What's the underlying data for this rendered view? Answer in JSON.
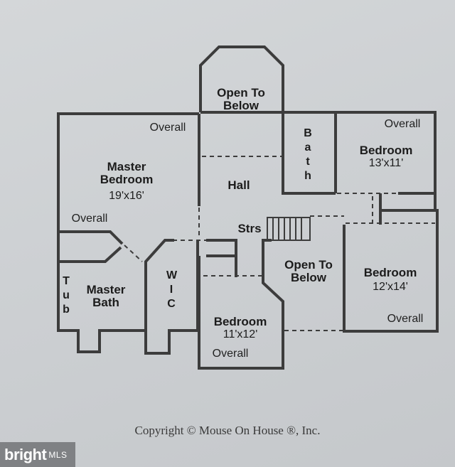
{
  "plan": {
    "open_to_below_top": "Open To Below",
    "master_bedroom": {
      "name": "Master Bedroom",
      "size": "19'x16'",
      "overall_top": "Overall",
      "overall_bottom": "Overall"
    },
    "bath": "Bath",
    "bedroom_ne": {
      "name": "Bedroom",
      "size": "13'x11'",
      "overall": "Overall"
    },
    "hall": "Hall",
    "stairs": "Strs",
    "bedroom_e": {
      "name": "Bedroom",
      "size": "12'x14'",
      "overall": "Overall"
    },
    "tub": "Tub",
    "master_bath": "Master Bath",
    "wic": "WIC",
    "open_to_below_center": "Open To Below",
    "bedroom_s": {
      "name": "Bedroom",
      "size": "11'x12'",
      "overall": "Overall"
    }
  },
  "copyright": "Copyright © Mouse On House ®, Inc.",
  "watermark": {
    "brand": "bright",
    "suffix": "MLS"
  }
}
